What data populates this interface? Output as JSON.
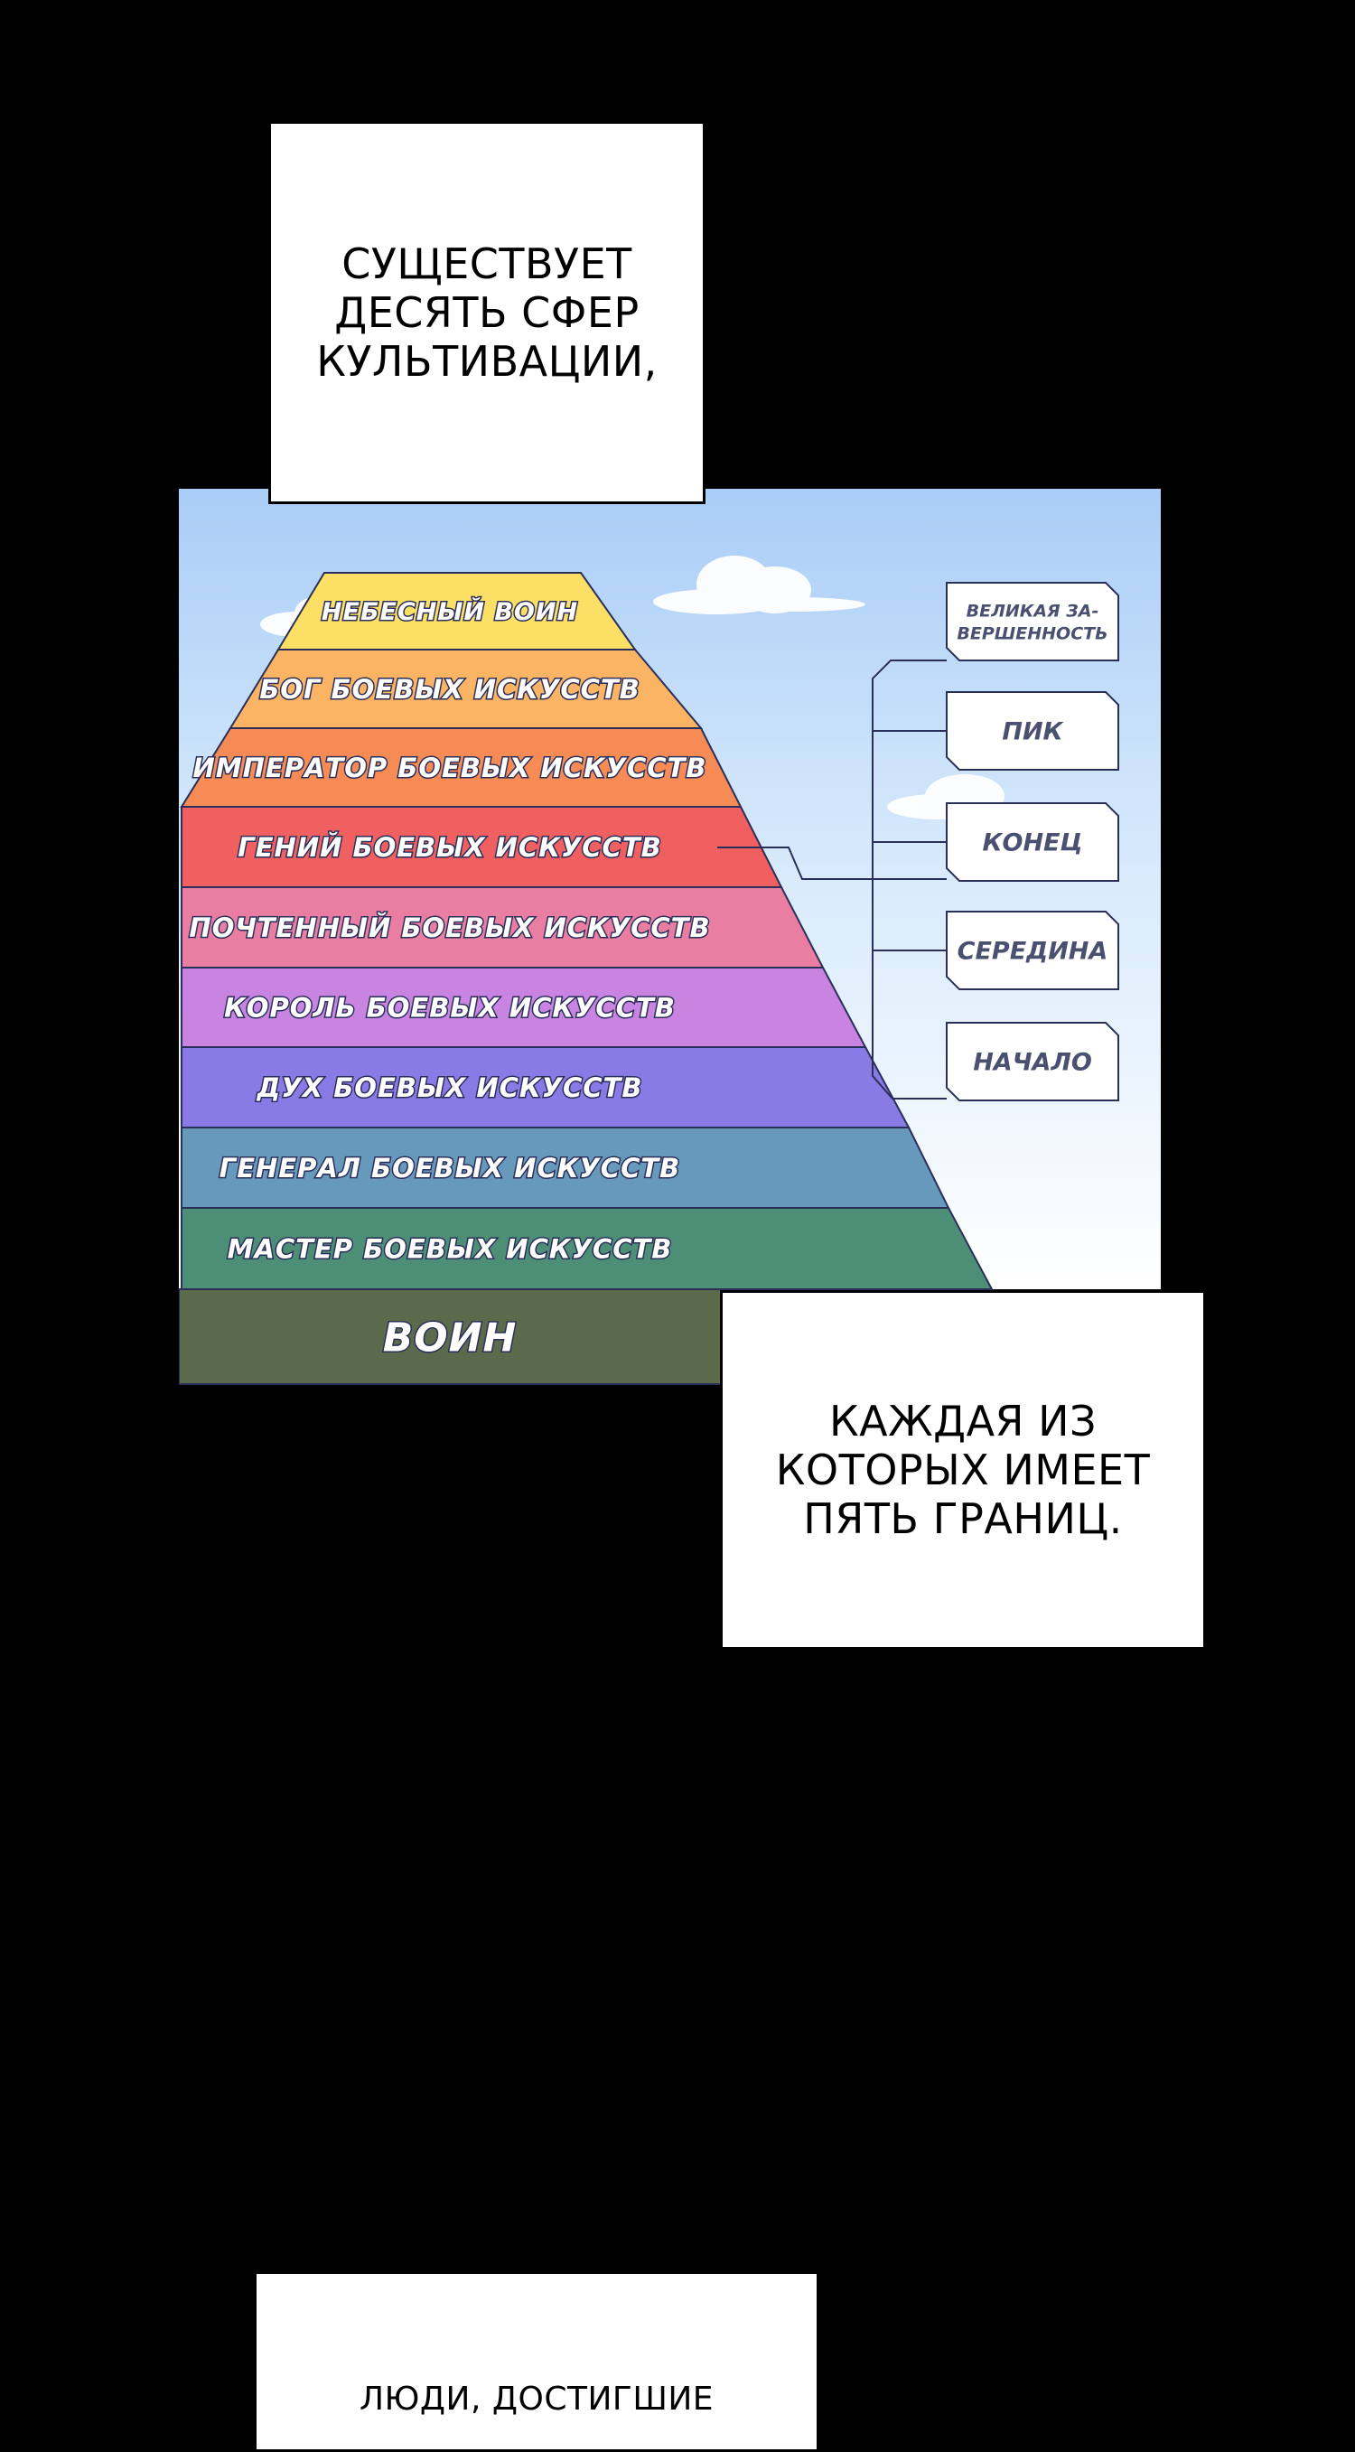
{
  "captions": {
    "top": [
      "СУЩЕСТВУЕТ",
      "ДЕСЯТЬ СФЕР",
      "КУЛЬТИВАЦИИ,"
    ],
    "middle": [
      "КАЖДАЯ ИЗ",
      "КОТОРЫХ ИМЕЕТ",
      "ПЯТЬ ГРАНИЦ."
    ],
    "bottom": [
      "ЛЮДИ, ДОСТИГШИЕ"
    ]
  },
  "pyramid": {
    "tiers": [
      {
        "label": "НЕБЕСНЫЙ ВОИН",
        "color": "#fce066"
      },
      {
        "label": "БОГ БОЕВЫХ ИСКУССТВ",
        "color": "#fbb463"
      },
      {
        "label": "ИМПЕРАТОР БОЕВЫХ ИСКУССТВ",
        "color": "#f78b55"
      },
      {
        "label": "ГЕНИЙ БОЕВЫХ ИСКУССТВ",
        "color": "#f06060"
      },
      {
        "label": "ПОЧТЕННЫЙ БОЕВЫХ ИСКУССТВ",
        "color": "#ea7ea2"
      },
      {
        "label": "КОРОЛЬ БОЕВЫХ ИСКУССТВ",
        "color": "#c884e0"
      },
      {
        "label": "ДУХ БОЕВЫХ ИСКУССТВ",
        "color": "#8a7ae6"
      },
      {
        "label": "ГЕНЕРАЛ БОЕВЫХ ИСКУССТВ",
        "color": "#6699bb"
      },
      {
        "label": "МАСТЕР БОЕВЫХ ИСКУССТВ",
        "color": "#4d8f76"
      },
      {
        "label": "ВОИН",
        "color": "#5a6a4a"
      }
    ]
  },
  "boundaries": [
    {
      "label": [
        "ВЕЛИКАЯ ЗА-",
        "ВЕРШЕННОСТЬ"
      ]
    },
    {
      "label": [
        "ПИК"
      ]
    },
    {
      "label": [
        "КОНЕЦ"
      ]
    },
    {
      "label": [
        "СЕРЕДИНА"
      ]
    },
    {
      "label": [
        "НАЧАЛО"
      ]
    }
  ],
  "colors": {
    "sky_top": "#a9cdf7",
    "sky_bottom": "#ffffff",
    "outline": "#2a2f5a"
  }
}
